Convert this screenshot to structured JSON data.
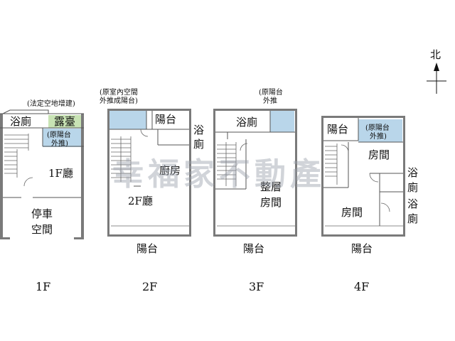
{
  "watermark": "幸福家不動產",
  "compass": {
    "label": "北"
  },
  "floors": [
    {
      "floor_label": "1F",
      "note": "(法定空地增建)",
      "rooms": {
        "bath": "浴廁",
        "terrace": "露臺",
        "balcony_note_1": "(原陽台",
        "balcony_note_2": "外推)",
        "hall": "1F廳",
        "parking_1": "停車",
        "parking_2": "空間"
      }
    },
    {
      "floor_label": "2F",
      "note_1": "(原室內空間",
      "note_2": "外推成陽台)",
      "rooms": {
        "balcony_top": "陽台",
        "kitchen": "廚房",
        "hall": "2F廳",
        "bath_1": "浴",
        "bath_2": "廁",
        "balcony_bottom": "陽台"
      }
    },
    {
      "floor_label": "3F",
      "note_1": "(原陽台",
      "note_2": "外推",
      "rooms": {
        "bath": "浴廁",
        "room_1": "整層",
        "room_2": "房間",
        "balcony_bottom": "陽台"
      }
    },
    {
      "floor_label": "4F",
      "rooms": {
        "balcony_top": "陽台",
        "balcony_note_1": "(原陽台",
        "balcony_note_2": "外推)",
        "room_upper": "房間",
        "room_lower": "房間",
        "bath_a_1": "浴",
        "bath_a_2": "廁",
        "bath_b_1": "浴",
        "bath_b_2": "廁",
        "balcony_bottom": "陽台"
      }
    }
  ]
}
